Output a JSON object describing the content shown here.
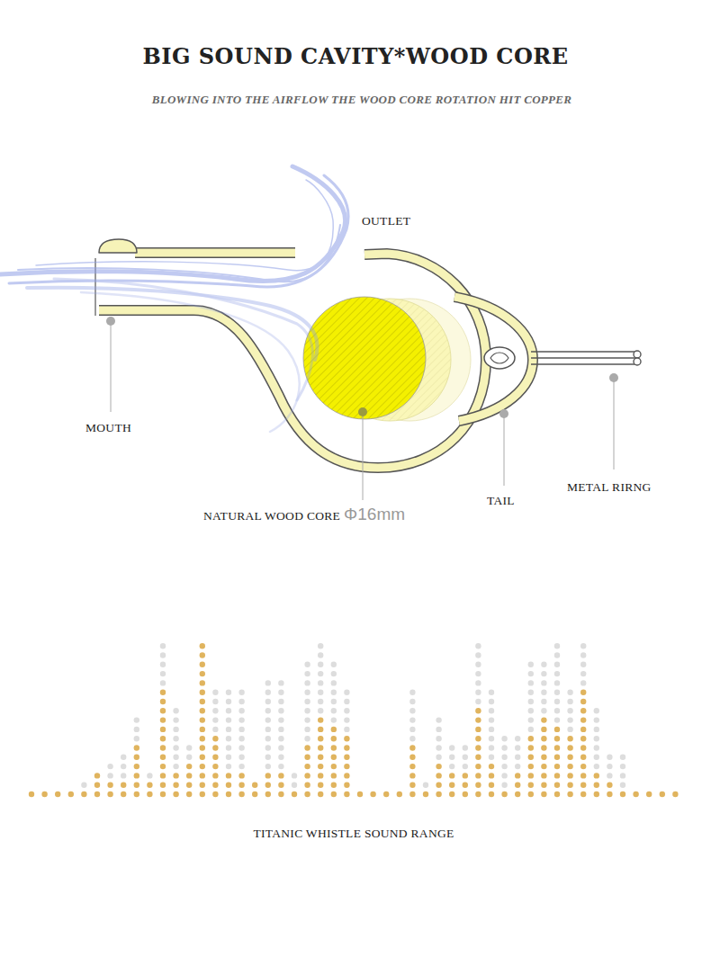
{
  "diagram": {
    "title": "BIG SOUND CAVITY*WOOD CORE",
    "labels": [
      "BLOWING INTO THE AIRFLOW THE WOOD CORE ROTATION HIT COPPER",
      "OUTLET",
      "MOUTH",
      "NATURAL WOOD CORE",
      "Φ16mm",
      "TAIL",
      "METAL RIRNG",
      "TITANIC WHISTLE SOUND RANGE"
    ]
  }
}
